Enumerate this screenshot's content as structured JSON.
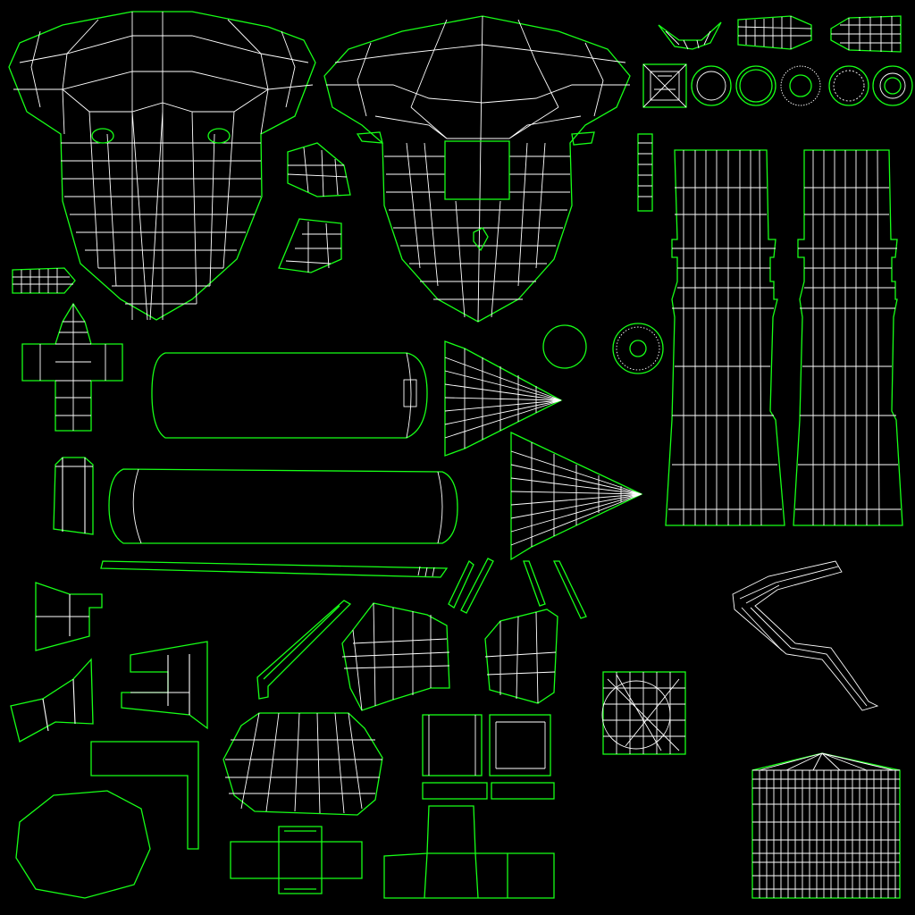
{
  "uv_layout": {
    "background": "#000000",
    "border_color": "#17ff17",
    "wire_color": "#ffffff",
    "islands": [
      "head-front-island",
      "head-back-island",
      "mouth-arc-island",
      "bullet-tip-island-1",
      "bullet-tip-island-2",
      "square-cap-island",
      "ring-island-1",
      "ring-island-2",
      "ring-island-3",
      "ring-island-4",
      "ring-island-5",
      "small-strip-island",
      "left-pillar-island",
      "right-pillar-island",
      "small-box-island-1",
      "small-box-island-2",
      "small-bullet-island",
      "cross-fin-island",
      "capsule-island-1",
      "cone-island-1",
      "circle-disk-island",
      "gear-ring-island",
      "small-block-island",
      "capsule-island-2",
      "cone-island-2",
      "long-thin-strip-island",
      "sliver-island-1",
      "sliver-island-2",
      "sliver-island-3",
      "sliver-island-4",
      "funnel-island",
      "bent-tube-island",
      "flap-island",
      "bracket-island",
      "angled-blade-island",
      "lens-box-island",
      "hex-box-island",
      "sphere-grid-island",
      "l-shape-island",
      "dome-panel-island",
      "square-pair-island",
      "ellipse-island",
      "cross-net-island-1",
      "cross-net-island-2",
      "grid-panel-island"
    ]
  }
}
